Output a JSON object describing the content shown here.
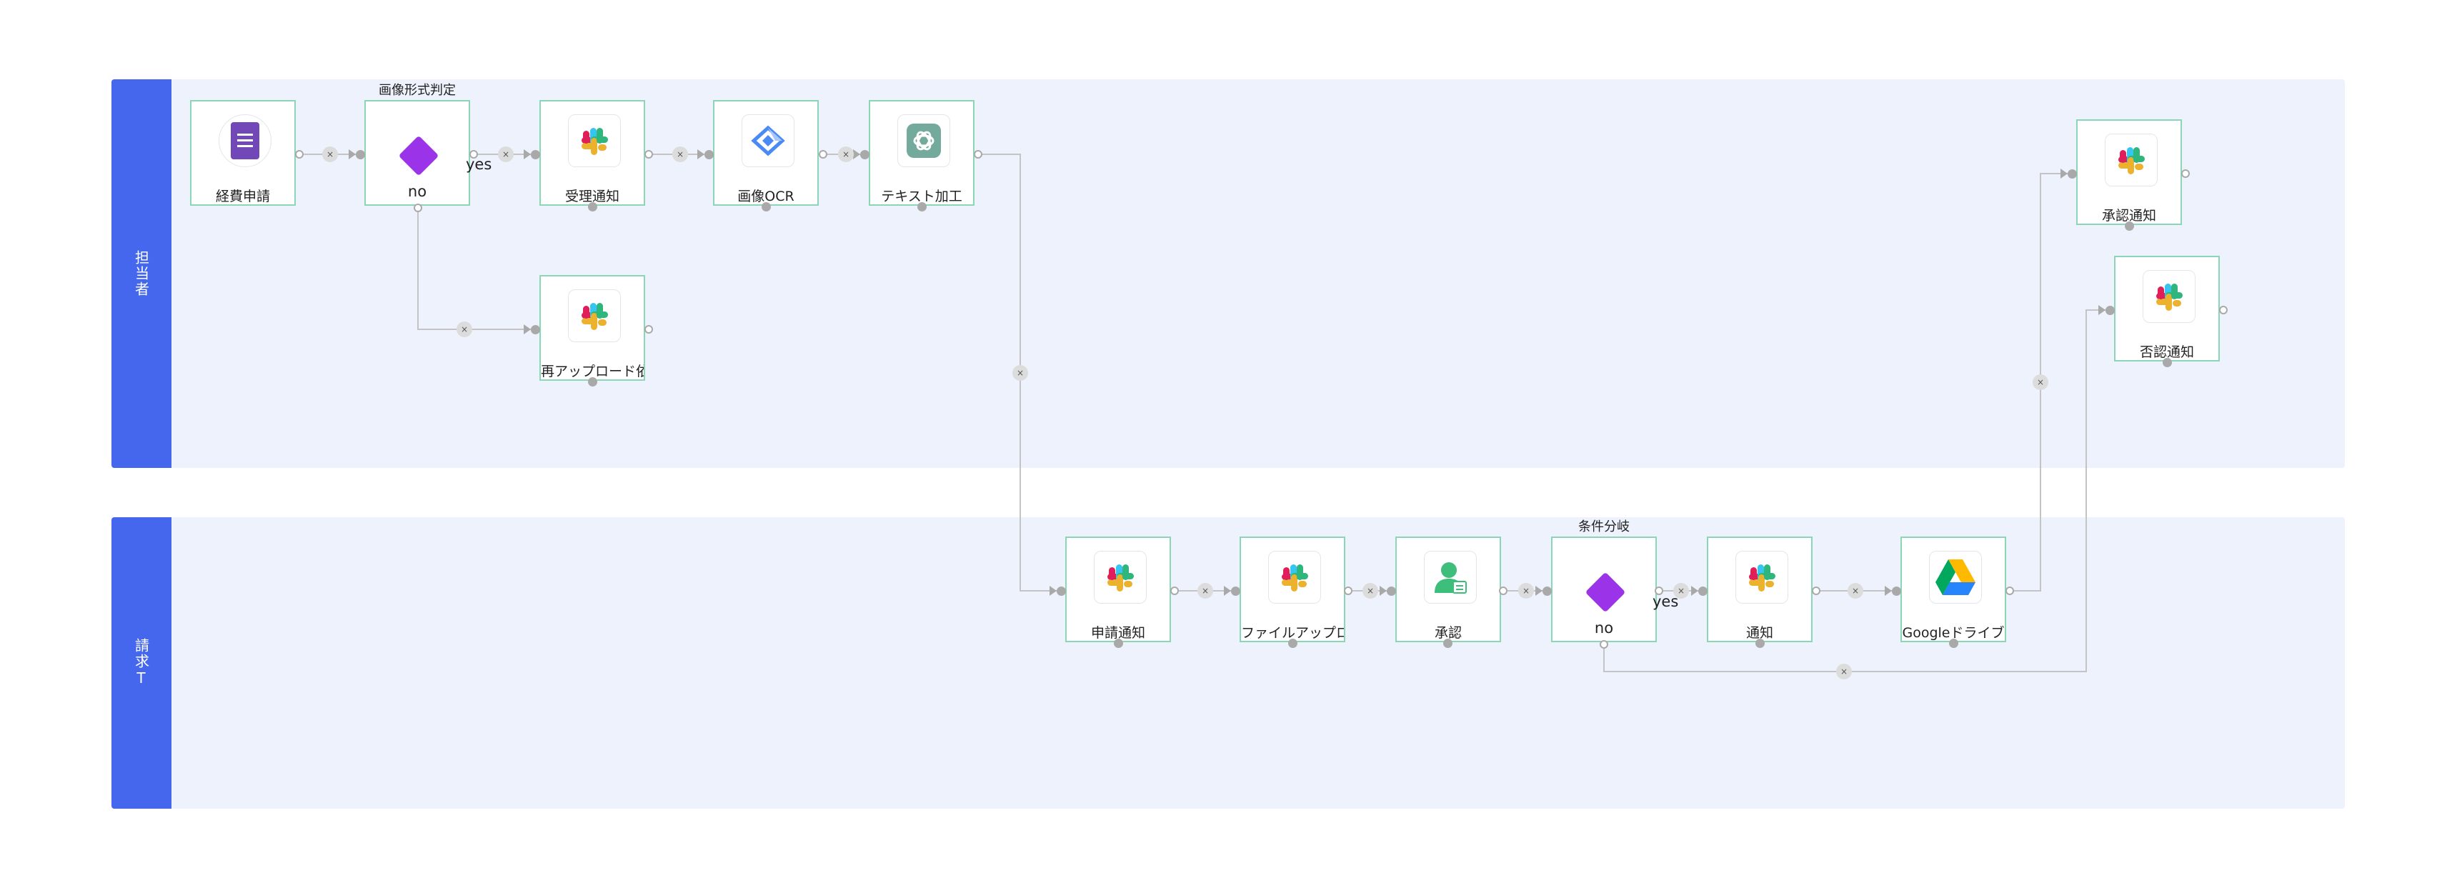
{
  "lanes": [
    {
      "title": "担当者"
    },
    {
      "title": "請求T"
    }
  ],
  "nodes": {
    "keihi_shinsei": {
      "label": "経費申請",
      "icon": "google-forms-icon"
    },
    "gazou_hantei": {
      "title": "画像形式判定",
      "no_label": "no",
      "yes_label": "yes",
      "icon": "branch-diamond-icon"
    },
    "juri_tsuchi": {
      "label": "受理通知",
      "icon": "slack-icon"
    },
    "gazou_ocr": {
      "label": "画像OCR",
      "icon": "ocr-icon"
    },
    "text_kakou": {
      "label": "テキスト加工",
      "icon": "openai-icon"
    },
    "sai_upload": {
      "label": "再アップロード依",
      "icon": "slack-icon"
    },
    "shonin_tsuchi": {
      "label": "承認通知",
      "icon": "slack-icon"
    },
    "hinin_tsuchi": {
      "label": "否認通知",
      "icon": "slack-icon"
    },
    "shinsei_tsuchi": {
      "label": "申請通知",
      "icon": "slack-icon"
    },
    "file_upload": {
      "label": "ファイルアップロ",
      "icon": "slack-icon"
    },
    "shonin": {
      "label": "承認",
      "icon": "approval-person-icon"
    },
    "jouken_bunki": {
      "title": "条件分岐",
      "no_label": "no",
      "yes_label": "yes",
      "icon": "branch-diamond-icon"
    },
    "tsuchi": {
      "label": "通知",
      "icon": "slack-icon"
    },
    "google_drive": {
      "label": "Googleドライブ",
      "icon": "google-drive-icon"
    }
  },
  "connector_symbol": "×",
  "colors": {
    "lane_header": "#4567ee",
    "lane_bg": "#edf2fd",
    "node_border": "#8ad6b5",
    "branch": "#9b33e8",
    "wire": "#c4c4c4"
  }
}
